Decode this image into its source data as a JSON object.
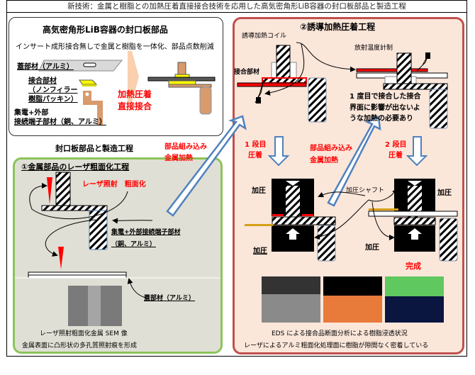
{
  "title": "新技術：金属と樹脂との加熱圧着直接接合技術を応用した高気密角形LiB容器の封口板部品と製造工程",
  "parts_box": {
    "heading": "高気密角形LiB容器の封口板部品",
    "subtitle": "インサート成形接合無しで金属と樹脂を一体化、部品点数削減",
    "lid_label": "蓋部材（アルミ）",
    "joint_label": [
      "接合部材",
      "（ノンフィラー",
      "樹脂パッキン）"
    ],
    "terminal_label": [
      "集電+外部",
      "接続端子部材（銅、アルミ）"
    ],
    "process_label": [
      "加熱圧着",
      "直接接合"
    ]
  },
  "section_heading": "封口板部品と製造工程",
  "step1": {
    "heading": "①金属部品のレーザ粗面化工程",
    "laser_label": "レーザ照射　粗面化",
    "terminal_label": [
      "集電+外部接続端子部材",
      "（銅、アルミ）"
    ],
    "lid_label": "蓋部材（アルミ）",
    "caption": [
      "レーザ照射粗面化金属 SEM 像",
      "金属表面に凸形状の多孔質照射痕を形成"
    ]
  },
  "transition_labels": {
    "assemble_a": [
      "部品組み込み",
      "金属加熱"
    ],
    "assemble_b": [
      "部品組み込み",
      "金属加熱"
    ],
    "stage1": [
      "1 段目",
      "圧着"
    ],
    "stage2": [
      "2 段目",
      "圧着"
    ]
  },
  "step2": {
    "heading": "②誘導加熱圧着工程",
    "coil_label": "誘導加熱コイル",
    "thermometer_label": "放射温度計制",
    "joint_label": "接合部材",
    "note": [
      "1 度目で接合した接合",
      "界面に影響が出ないよ",
      "うな加熱の必要あり"
    ],
    "pressure_labels": [
      "加圧",
      "加圧",
      "加圧",
      "加圧"
    ],
    "shaft_label": "加圧シャフト",
    "complete_label": "完成",
    "caption": [
      "EDS による接合品断面分析による樹脂浸透状況",
      "レーザによるアルミ粗面化処理面に樹脂が隙間なく密着している"
    ]
  },
  "colors": {
    "accent_red": "#ff0000",
    "green_border": "#8dc45a",
    "red_border": "#c0504d",
    "arrow_blue": "#4f81bd",
    "copper": "#d99a6c",
    "resin_yellow": "#ffff00"
  }
}
